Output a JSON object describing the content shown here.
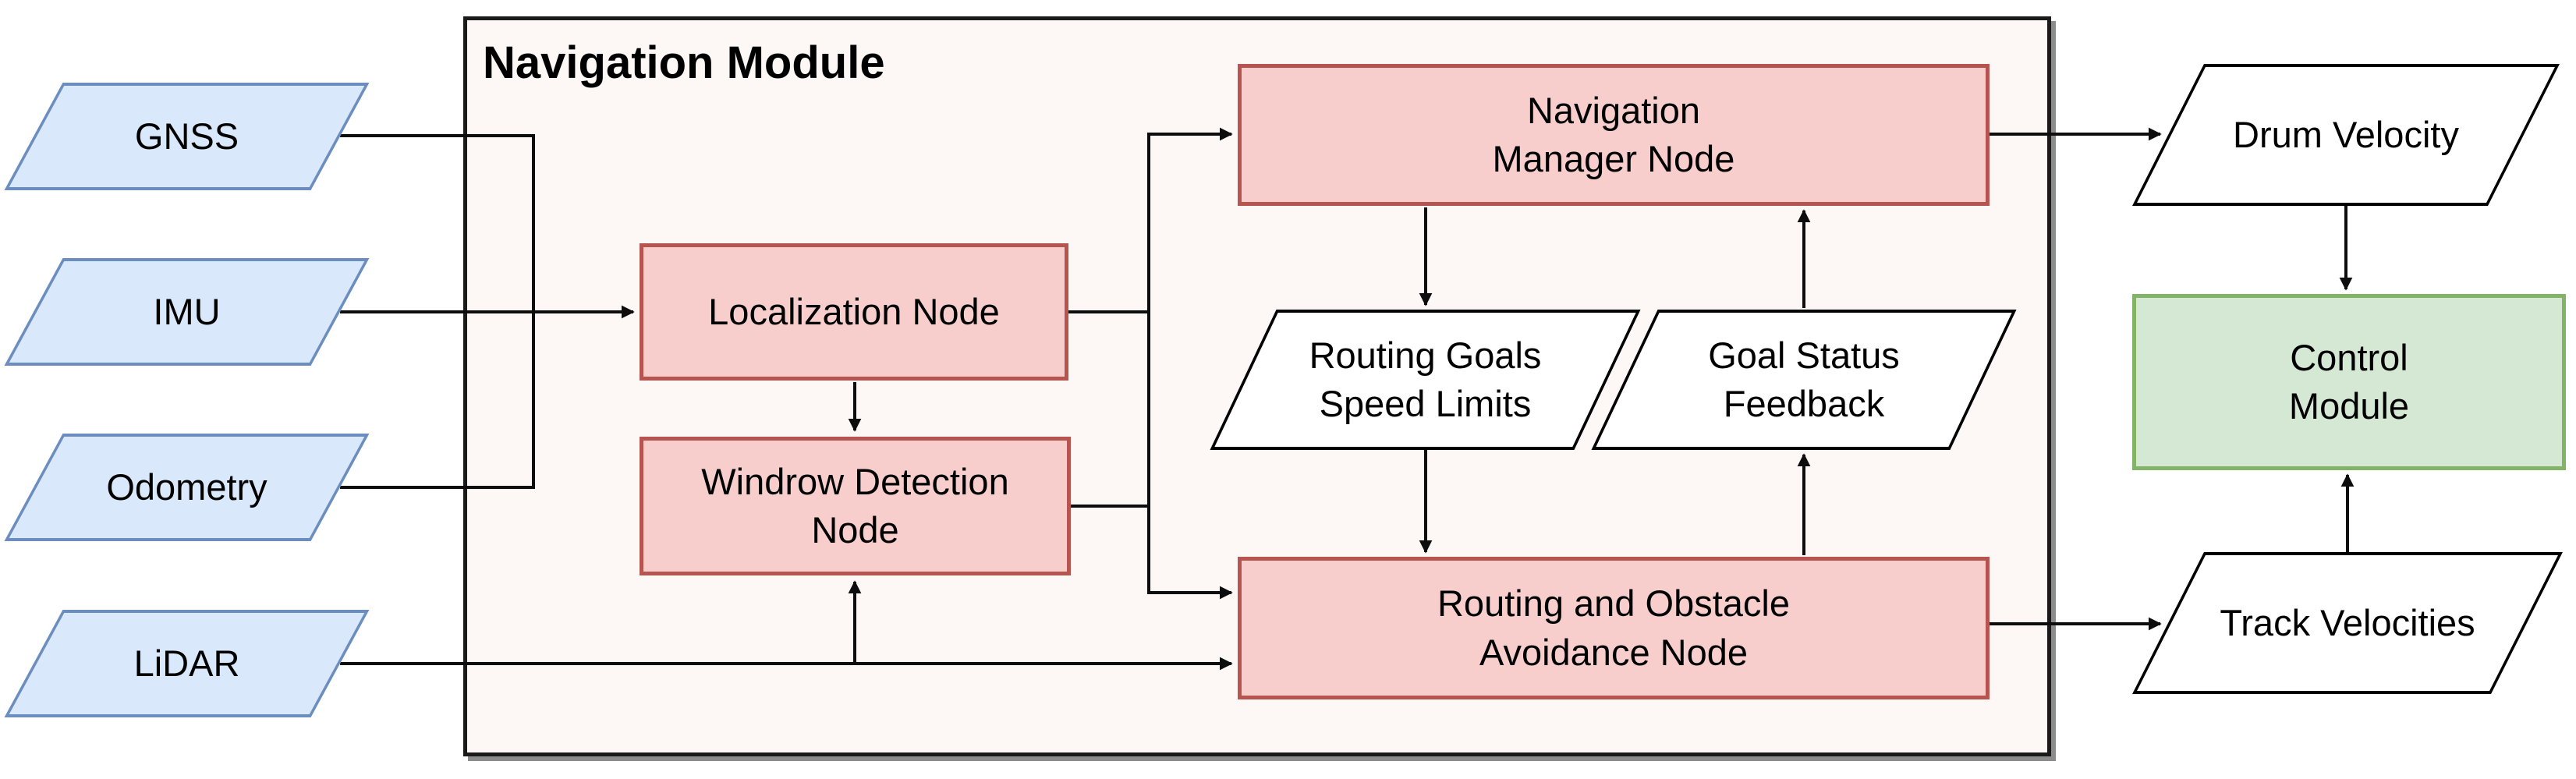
{
  "colors": {
    "input_fill": "#dae8fc",
    "input_stroke": "#6c8ebf",
    "node_fill": "#f8cecc",
    "node_stroke": "#b85450",
    "control_fill": "#d5e8d4",
    "control_stroke": "#82b366",
    "io_fill": "#ffffff",
    "io_stroke": "#000000",
    "module_fill": "#fdf7f6",
    "module_stroke": "#1a1a1a",
    "module_shadow": "#8c8c8c",
    "connector": "#0d0d0d"
  },
  "module": {
    "title": "Navigation Module"
  },
  "inputs": [
    {
      "label": "GNSS"
    },
    {
      "label": "IMU"
    },
    {
      "label": "Odometry"
    },
    {
      "label": "LiDAR"
    }
  ],
  "nodes": {
    "localization": {
      "label": "Localization Node"
    },
    "windrow": {
      "label": "Windrow Detection\nNode"
    },
    "manager": {
      "label": "Navigation\nManager Node"
    },
    "routing": {
      "label": "Routing and Obstacle\nAvoidance Node"
    },
    "control": {
      "label": "Control\nModule"
    }
  },
  "data_io": {
    "routing_goals": {
      "label": "Routing Goals\nSpeed Limits"
    },
    "goal_status": {
      "label": "Goal Status\nFeedback"
    },
    "drum_velocity": {
      "label": "Drum Velocity"
    },
    "track_velocities": {
      "label": "Track Velocities"
    }
  },
  "edges": [
    {
      "from": "GNSS",
      "to": "Localization Node"
    },
    {
      "from": "IMU",
      "to": "Localization Node"
    },
    {
      "from": "Odometry",
      "to": "Localization Node"
    },
    {
      "from": "LiDAR",
      "to": "Windrow Detection Node"
    },
    {
      "from": "LiDAR",
      "to": "Routing and Obstacle Avoidance Node"
    },
    {
      "from": "Localization Node",
      "to": "Windrow Detection Node"
    },
    {
      "from": "Localization Node",
      "to": "Navigation Manager Node"
    },
    {
      "from": "Localization Node",
      "to": "Routing and Obstacle Avoidance Node"
    },
    {
      "from": "Windrow Detection Node",
      "to": "Navigation Manager Node"
    },
    {
      "from": "Windrow Detection Node",
      "to": "Routing and Obstacle Avoidance Node"
    },
    {
      "from": "Navigation Manager Node",
      "to": "Routing Goals Speed Limits"
    },
    {
      "from": "Routing Goals Speed Limits",
      "to": "Routing and Obstacle Avoidance Node"
    },
    {
      "from": "Routing and Obstacle Avoidance Node",
      "to": "Goal Status Feedback"
    },
    {
      "from": "Goal Status Feedback",
      "to": "Navigation Manager Node"
    },
    {
      "from": "Navigation Manager Node",
      "to": "Drum Velocity"
    },
    {
      "from": "Drum Velocity",
      "to": "Control Module"
    },
    {
      "from": "Routing and Obstacle Avoidance Node",
      "to": "Track Velocities"
    },
    {
      "from": "Track Velocities",
      "to": "Control Module"
    }
  ]
}
